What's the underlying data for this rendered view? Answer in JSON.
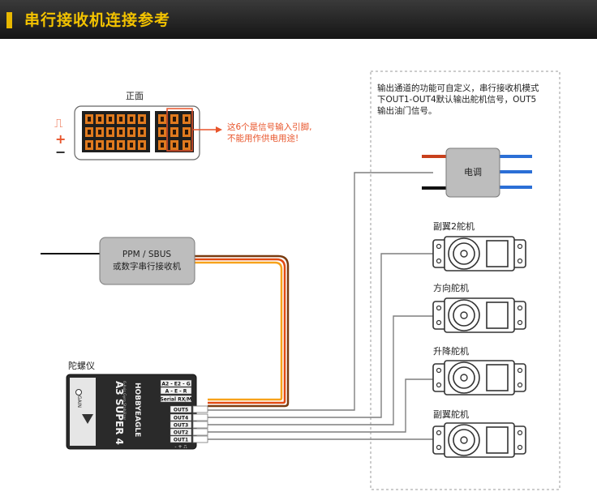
{
  "header": {
    "title": "串行接收机连接参考"
  },
  "diagram": {
    "front_label": "正面",
    "symbols": {
      "signal": "⎍",
      "plus": "+",
      "minus": "−"
    },
    "warning_line1": "这6个是信号输入引脚,",
    "warning_line2": "不能用作供电用途!",
    "note_line1": "输出通道的功能可自定义，串行接收机模式",
    "note_line2": "下OUT1-OUT4默认输出舵机信号，OUT5",
    "note_line3": "输出油门信号。",
    "receiver_line1": "PPM / SBUS",
    "receiver_line2": "或数字串行接收机",
    "gyro_label": "陀螺仪",
    "device": {
      "brand": "HOBBYEAGLE",
      "model": "A3 SUPER 4",
      "subtitle": "6-Axis Gyro Stabilizer",
      "side_label": "GAIN",
      "ports": [
        "A2 - E2 - G",
        "A - E - R",
        "Serial RX/M",
        "OUT5",
        "OUT4",
        "OUT3",
        "OUT2",
        "OUT1"
      ],
      "pin_marks": "- + ⎍"
    },
    "esc_label": "电调",
    "servos": [
      "副翼2舵机",
      "方向舵机",
      "升降舵机",
      "副翼舵机"
    ]
  },
  "colors": {
    "header_text": "#f2c200",
    "warning": "#e8542a",
    "esc_blue": "#2b6fd6"
  }
}
